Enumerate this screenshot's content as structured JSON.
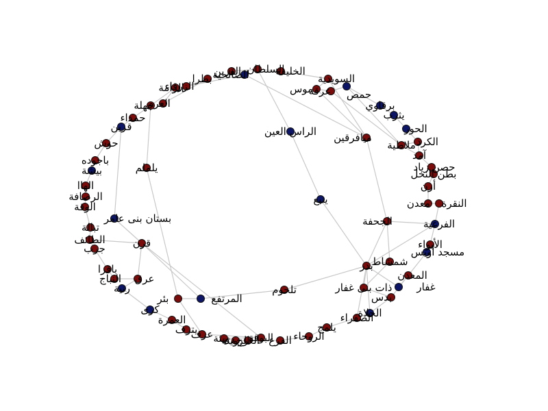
{
  "colors": {
    "red": "#7a0c0c",
    "blue": "#0d1566",
    "edge": "#c8c8c8"
  },
  "nodes": [
    {
      "id": "n1",
      "label": "القرين",
      "color": "red"
    },
    {
      "id": "n2",
      "label": "الصالحية",
      "color": "blue"
    },
    {
      "id": "n3",
      "label": "السلطان",
      "color": "red"
    },
    {
      "id": "n4",
      "label": "الخليفة",
      "color": "red"
    },
    {
      "id": "n5",
      "label": "بطرا",
      "color": "red"
    },
    {
      "id": "n6",
      "label": "الزرقاء",
      "color": "red"
    },
    {
      "id": "n7",
      "label": "الرامة",
      "color": "red"
    },
    {
      "id": "n8",
      "label": "العرم",
      "color": "red"
    },
    {
      "id": "n9",
      "label": "السويدية",
      "color": "red"
    },
    {
      "id": "n10",
      "label": "موس",
      "color": "red"
    },
    {
      "id": "n11",
      "label": "عرقة",
      "color": "red"
    },
    {
      "id": "n12",
      "label": "حمص",
      "color": "blue"
    },
    {
      "id": "n13",
      "label": "جهلة",
      "color": "red"
    },
    {
      "id": "n14",
      "label": "برقاوي",
      "color": "blue"
    },
    {
      "id": "n15",
      "label": "حمداء",
      "color": "red"
    },
    {
      "id": "n16",
      "label": "يثرب",
      "color": "blue"
    },
    {
      "id": "n17",
      "label": "قرين",
      "color": "blue"
    },
    {
      "id": "n18",
      "label": "الراس العين",
      "color": "blue"
    },
    {
      "id": "n19",
      "label": "الحور",
      "color": "blue"
    },
    {
      "id": "n20",
      "label": "ميافرقين",
      "color": "red"
    },
    {
      "id": "n21",
      "label": "الكرد",
      "color": "red"
    },
    {
      "id": "n22",
      "label": "ملاطية",
      "color": "red"
    },
    {
      "id": "n23",
      "label": "حوش",
      "color": "red"
    },
    {
      "id": "n24",
      "label": "باجوده",
      "color": "red"
    },
    {
      "id": "n25",
      "label": "آمد",
      "color": "red"
    },
    {
      "id": "n26",
      "label": "يلملم",
      "color": "red"
    },
    {
      "id": "n27",
      "label": "بيشة",
      "color": "blue"
    },
    {
      "id": "n28",
      "label": "حصن زياد",
      "color": "red"
    },
    {
      "id": "n29",
      "label": "بطن النخل",
      "color": "red"
    },
    {
      "id": "n30",
      "label": "الهاا",
      "color": "red"
    },
    {
      "id": "n31",
      "label": "أرن",
      "color": "red"
    },
    {
      "id": "n32",
      "label": "ينبع",
      "color": "blue"
    },
    {
      "id": "n33",
      "label": "الرصافة",
      "color": "red"
    },
    {
      "id": "n34",
      "label": "الوقة",
      "color": "red"
    },
    {
      "id": "n35",
      "label": "معدن",
      "color": "red"
    },
    {
      "id": "n36",
      "label": "النقرة",
      "color": "red"
    },
    {
      "id": "n37",
      "label": "بستان بنى عامر",
      "color": "blue"
    },
    {
      "id": "n38",
      "label": "الجحفة",
      "color": "red"
    },
    {
      "id": "n39",
      "label": "الفرعية",
      "color": "blue"
    },
    {
      "id": "n40",
      "label": "تبالة",
      "color": "red"
    },
    {
      "id": "n41",
      "label": "الطائف",
      "color": "red"
    },
    {
      "id": "n42",
      "label": "قرن",
      "color": "red"
    },
    {
      "id": "n43",
      "label": "الأبواء",
      "color": "red"
    },
    {
      "id": "n44",
      "label": "جرب",
      "color": "red"
    },
    {
      "id": "n45",
      "label": "مسجد أويس",
      "color": "blue"
    },
    {
      "id": "n46",
      "label": "شمشاط",
      "color": "red"
    },
    {
      "id": "n47",
      "label": "بدر",
      "color": "red"
    },
    {
      "id": "n48",
      "label": "باقرا",
      "color": "red"
    },
    {
      "id": "n49",
      "label": "المعدن",
      "color": "red"
    },
    {
      "id": "n50",
      "label": "النباج",
      "color": "red"
    },
    {
      "id": "n51",
      "label": "عرق",
      "color": "red"
    },
    {
      "id": "n52",
      "label": "غفار",
      "color": "blue"
    },
    {
      "id": "n53",
      "label": "ذات بنى غفار",
      "color": "red"
    },
    {
      "id": "n54",
      "label": "رنية",
      "color": "blue"
    },
    {
      "id": "n55",
      "label": "تلحوم",
      "color": "red"
    },
    {
      "id": "n56",
      "label": "بدس",
      "color": "red"
    },
    {
      "id": "n57",
      "label": "بئر",
      "color": "red"
    },
    {
      "id": "n58",
      "label": "المرتفع",
      "color": "blue"
    },
    {
      "id": "n59",
      "label": "كرى",
      "color": "blue"
    },
    {
      "id": "n60",
      "label": "الحلاة",
      "color": "blue"
    },
    {
      "id": "n61",
      "label": "الصفراء",
      "color": "red"
    },
    {
      "id": "n62",
      "label": "العمرة",
      "color": "red"
    },
    {
      "id": "n63",
      "label": "يلمج",
      "color": "red"
    },
    {
      "id": "n64",
      "label": "يترف",
      "color": "red"
    },
    {
      "id": "n65",
      "label": "عرف",
      "color": "red"
    },
    {
      "id": "n66",
      "label": "الروحاء",
      "color": "red"
    },
    {
      "id": "n67",
      "label": "رويثة",
      "color": "red"
    },
    {
      "id": "n68",
      "label": "العرج",
      "color": "red"
    },
    {
      "id": "n69",
      "label": "الرويثة",
      "color": "red"
    },
    {
      "id": "n70",
      "label": "البوقة",
      "color": "red"
    },
    {
      "id": "n71",
      "label": "الفرع",
      "color": "red"
    }
  ],
  "edges": [
    [
      "n18",
      "n32"
    ],
    [
      "n18",
      "n3"
    ],
    [
      "n32",
      "n47"
    ],
    [
      "n47",
      "n46"
    ],
    [
      "n47",
      "n55"
    ],
    [
      "n47",
      "n38"
    ],
    [
      "n47",
      "n53"
    ],
    [
      "n47",
      "n52"
    ],
    [
      "n47",
      "n60"
    ],
    [
      "n47",
      "n61"
    ],
    [
      "n47",
      "n39"
    ],
    [
      "n38",
      "n20"
    ],
    [
      "n38",
      "n39"
    ],
    [
      "n55",
      "n58"
    ],
    [
      "n58",
      "n42"
    ],
    [
      "n42",
      "n37"
    ],
    [
      "n42",
      "n51"
    ],
    [
      "n42",
      "n70"
    ],
    [
      "n26",
      "n57"
    ],
    [
      "n26",
      "n13"
    ],
    [
      "n37",
      "n17"
    ],
    [
      "n20",
      "n9"
    ],
    [
      "n20",
      "n10"
    ],
    [
      "n20",
      "n2"
    ],
    [
      "n22",
      "n12"
    ],
    [
      "n22",
      "n11"
    ],
    [
      "n12",
      "n14"
    ],
    [
      "n14",
      "n16"
    ],
    [
      "n16",
      "n19"
    ],
    [
      "n19",
      "n21"
    ],
    [
      "n21",
      "n25"
    ],
    [
      "n25",
      "n28"
    ],
    [
      "n28",
      "n29"
    ],
    [
      "n29",
      "n31"
    ],
    [
      "n31",
      "n35"
    ],
    [
      "n35",
      "n36"
    ],
    [
      "n36",
      "n39"
    ],
    [
      "n39",
      "n43"
    ],
    [
      "n43",
      "n45"
    ],
    [
      "n45",
      "n49"
    ],
    [
      "n49",
      "n52"
    ],
    [
      "n46",
      "n53"
    ],
    [
      "n53",
      "n56"
    ],
    [
      "n56",
      "n60"
    ],
    [
      "n60",
      "n61"
    ],
    [
      "n61",
      "n63"
    ],
    [
      "n63",
      "n66"
    ],
    [
      "n66",
      "n71"
    ],
    [
      "n71",
      "n69"
    ],
    [
      "n69",
      "n67"
    ],
    [
      "n67",
      "n70"
    ],
    [
      "n70",
      "n65"
    ],
    [
      "n65",
      "n64"
    ],
    [
      "n64",
      "n62"
    ],
    [
      "n62",
      "n59"
    ],
    [
      "n59",
      "n54"
    ],
    [
      "n54",
      "n51"
    ],
    [
      "n51",
      "n50"
    ],
    [
      "n50",
      "n48"
    ],
    [
      "n48",
      "n44"
    ],
    [
      "n44",
      "n41"
    ],
    [
      "n41",
      "n40"
    ],
    [
      "n40",
      "n34"
    ],
    [
      "n34",
      "n33"
    ],
    [
      "n33",
      "n30"
    ],
    [
      "n30",
      "n27"
    ],
    [
      "n27",
      "n24"
    ],
    [
      "n24",
      "n23"
    ],
    [
      "n23",
      "n17"
    ],
    [
      "n17",
      "n15"
    ],
    [
      "n15",
      "n13"
    ],
    [
      "n13",
      "n7"
    ],
    [
      "n7",
      "n8"
    ],
    [
      "n8",
      "n5"
    ],
    [
      "n5",
      "n6"
    ],
    [
      "n6",
      "n2"
    ],
    [
      "n2",
      "n1"
    ],
    [
      "n1",
      "n3"
    ],
    [
      "n3",
      "n4"
    ],
    [
      "n4",
      "n9"
    ],
    [
      "n9",
      "n10"
    ],
    [
      "n10",
      "n11"
    ],
    [
      "n11",
      "n12"
    ],
    [
      "n57",
      "n58"
    ],
    [
      "n41",
      "n42"
    ],
    [
      "n57",
      "n65"
    ],
    [
      "n38",
      "n46"
    ],
    [
      "n49",
      "n56"
    ],
    [
      "n21",
      "n22"
    ],
    [
      "n22",
      "n25"
    ]
  ]
}
